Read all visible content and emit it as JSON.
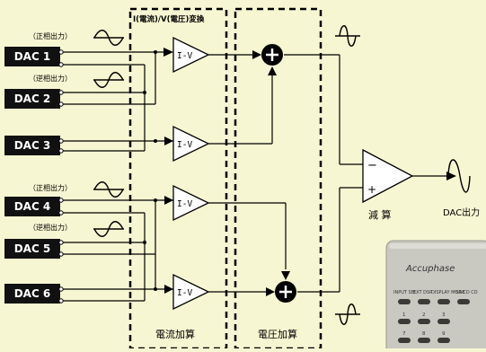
{
  "header": {
    "conversion_title": "I(電流)/V(電圧)変換"
  },
  "dacs": [
    {
      "label": "DAC 1"
    },
    {
      "label": "DAC 2"
    },
    {
      "label": "DAC 3"
    },
    {
      "label": "DAC 4"
    },
    {
      "label": "DAC 5"
    },
    {
      "label": "DAC 6"
    }
  ],
  "phase_labels": {
    "positive": "（正相出力）",
    "negative": "（逆相出力）"
  },
  "converter_label": "I-V",
  "sections": {
    "current_sum": "電流加算",
    "voltage_sum": "電圧加算"
  },
  "subtractor": {
    "minus_sign": "−",
    "plus_sign": "+",
    "label": "減 算"
  },
  "output": {
    "label": "DAC出力"
  },
  "remote": {
    "brand": "Accuphase",
    "button_row_labels": [
      "INPUT SEL",
      "EXT DSP",
      "DISPLAY MODE",
      "SA-CD CD"
    ],
    "digits": [
      "1",
      "2",
      "3",
      "7",
      "8",
      "9"
    ]
  },
  "colors": {
    "background": "#f7f6d2",
    "dac_box": "#111111",
    "line": "#000000",
    "remote_body": "#c9c8c1"
  }
}
